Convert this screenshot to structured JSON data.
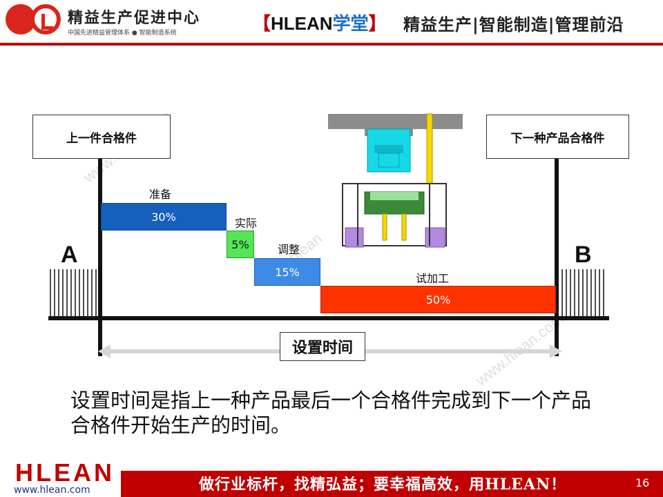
{
  "header": {
    "logo_text": "精益生产促进中心",
    "logo_sub": "中国先进精益管理体系 ● 智能制造系统",
    "brand_open": "【",
    "brand_main": "HLEAN",
    "brand_suffix": "学堂",
    "brand_close": "】",
    "slogan": "精益生产|智能制造|管理前沿"
  },
  "diagram": {
    "left_box": "上一件合格件",
    "right_box": "下一种产品合格件",
    "point_a": "A",
    "point_b": "B",
    "setup_label": "设置时间",
    "stages": [
      {
        "name": "准备",
        "value": "30%",
        "color": "#1560bd"
      },
      {
        "name": "实际",
        "value": "5%",
        "color": "#55e655"
      },
      {
        "name": "调整",
        "value": "15%",
        "color": "#3d8be6"
      },
      {
        "name": "试加工",
        "value": "50%",
        "color": "#ff3300"
      }
    ]
  },
  "caption": "设置时间是指上一种产品最后一个合格件完成到下一个产品合格件开始生产的时间。",
  "watermarks": [
    "www.hlean.com",
    "www.hlean",
    "www.hlean.com"
  ],
  "footer": {
    "logo": "HLEAN",
    "url": "www.hlean.com",
    "slogan": "做行业标杆，找精弘益；要幸福高效，用HLEAN！",
    "page": "16"
  }
}
